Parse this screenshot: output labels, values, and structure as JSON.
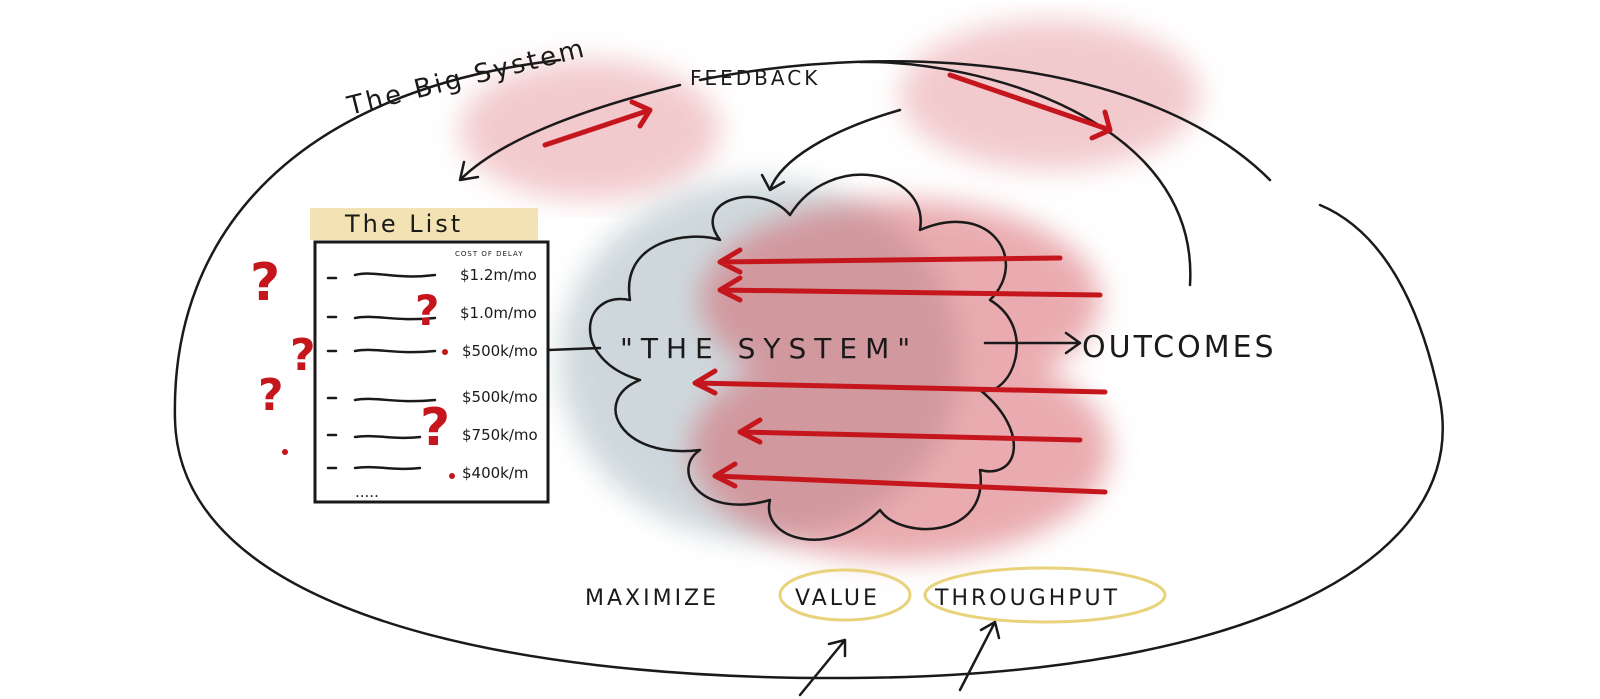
{
  "big_system_label": "The Big System",
  "feedback_label": "Feedback",
  "list": {
    "title": "The List",
    "column_header": "Cost of Delay",
    "items": [
      "$1.2m/mo",
      "$1.0m/mo",
      "$500k/mo",
      "$500k/mo",
      "$750k/mo",
      "$400k/m"
    ],
    "more": "....."
  },
  "system_label": "\"The System\"",
  "outcomes_label": "Outcomes",
  "maximize_label": "Maximize",
  "value_label": "Value",
  "throughput_label": "Throughput",
  "question_mark": "?",
  "colors": {
    "ink": "#1a1a1a",
    "red": "#c4161c",
    "pink_wash": "#e8a0a4",
    "grey_wash": "#b8c6cc",
    "yellow": "#e8d27a",
    "list_header": "#f3e2b3"
  }
}
